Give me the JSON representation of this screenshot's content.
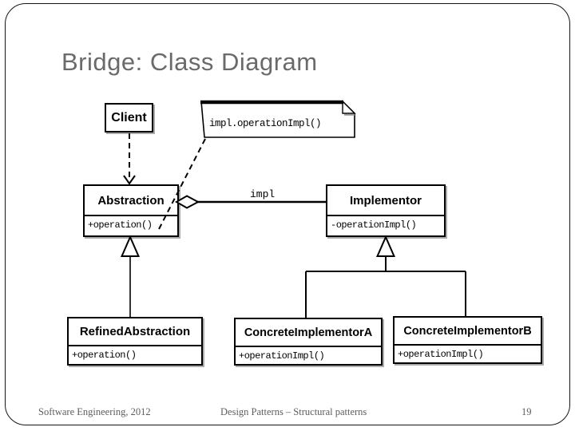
{
  "slide": {
    "title": "Bridge: Class Diagram"
  },
  "colors": {
    "title_text": "#6a6a6a",
    "footer_text": "#5d5d5d",
    "diagram_lines": "#000000",
    "box_fill": "#ffffff"
  },
  "diagram": {
    "client": {
      "name": "Client"
    },
    "note": {
      "text": "impl.operationImpl()"
    },
    "abstraction": {
      "name": "Abstraction",
      "method": "+operation()"
    },
    "implementor": {
      "name": "Implementor",
      "method": "-operationImpl()"
    },
    "refined_abstraction": {
      "name": "RefinedAbstraction",
      "method": "+operation()"
    },
    "concrete_implementor_a": {
      "name": "ConcreteImplementorA",
      "method": "+operationImpl()"
    },
    "concrete_implementor_b": {
      "name": "ConcreteImplementorB",
      "method": "+operationImpl()"
    },
    "association_label": "impl"
  },
  "footer": {
    "left": "Software Engineering, 2012",
    "center": "Design Patterns – Structural patterns",
    "page_number": "19"
  }
}
